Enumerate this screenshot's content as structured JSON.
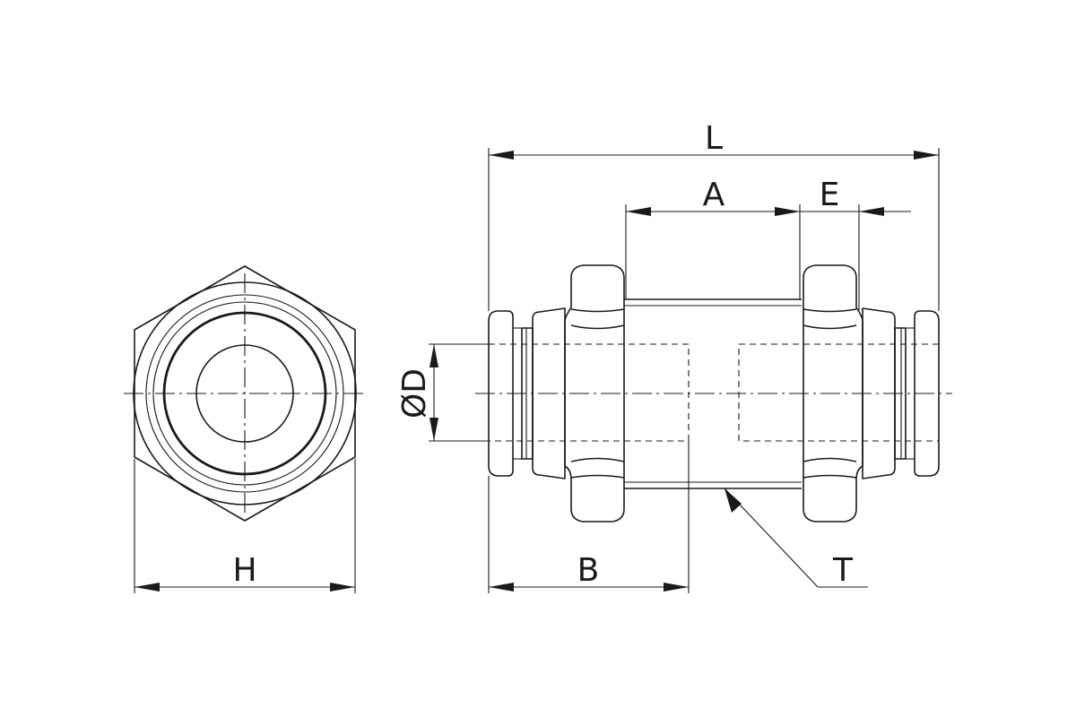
{
  "labels": {
    "L": "L",
    "A": "A",
    "E": "E",
    "D": "ØD",
    "H": "H",
    "B": "B",
    "T": "T"
  },
  "colors": {
    "ink": "#1a1a1a",
    "paper": "#ffffff"
  }
}
